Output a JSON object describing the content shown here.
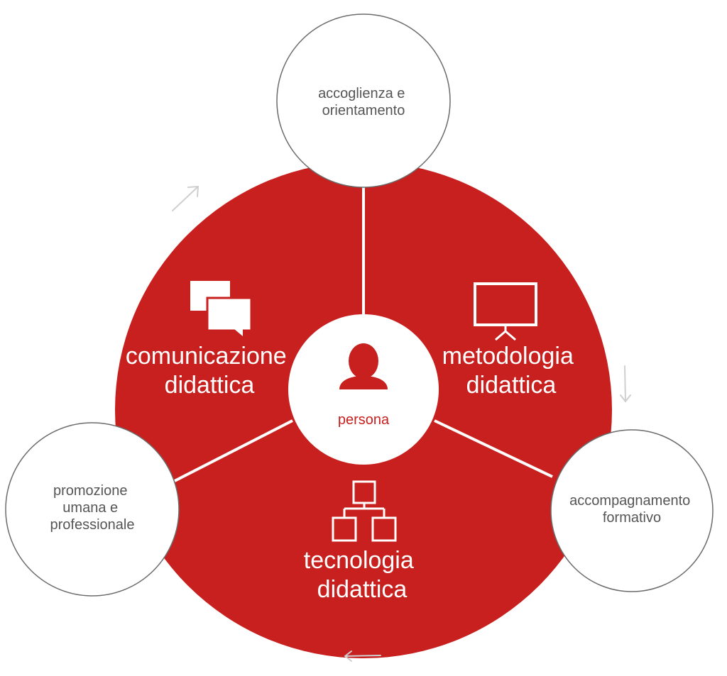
{
  "colors": {
    "main_red": "#c8201e",
    "white": "#ffffff",
    "outline": "#6b6b6b",
    "arrow": "#cfcfcf",
    "outer_text": "#555555"
  },
  "center": {
    "label": "persona",
    "icon": "person-icon"
  },
  "sectors": {
    "comunicazione": {
      "line1": "comunicazione",
      "line2": "didattica",
      "icon": "speech-bubbles-icon"
    },
    "metodologia": {
      "line1": "metodologia",
      "line2": "didattica",
      "icon": "presentation-board-icon"
    },
    "tecnologia": {
      "line1": "tecnologia",
      "line2": "didattica",
      "icon": "network-hierarchy-icon"
    }
  },
  "outer": {
    "accoglienza": {
      "line1": "accoglienza e",
      "line2": "orientamento"
    },
    "accompagnamento": {
      "line1": "accompagnamento",
      "line2": "formativo"
    },
    "promozione": {
      "line1": "promozione",
      "line2": "umana e",
      "line3": "professionale"
    }
  },
  "arrows": {
    "icon": "cycle-arrow-icon"
  }
}
